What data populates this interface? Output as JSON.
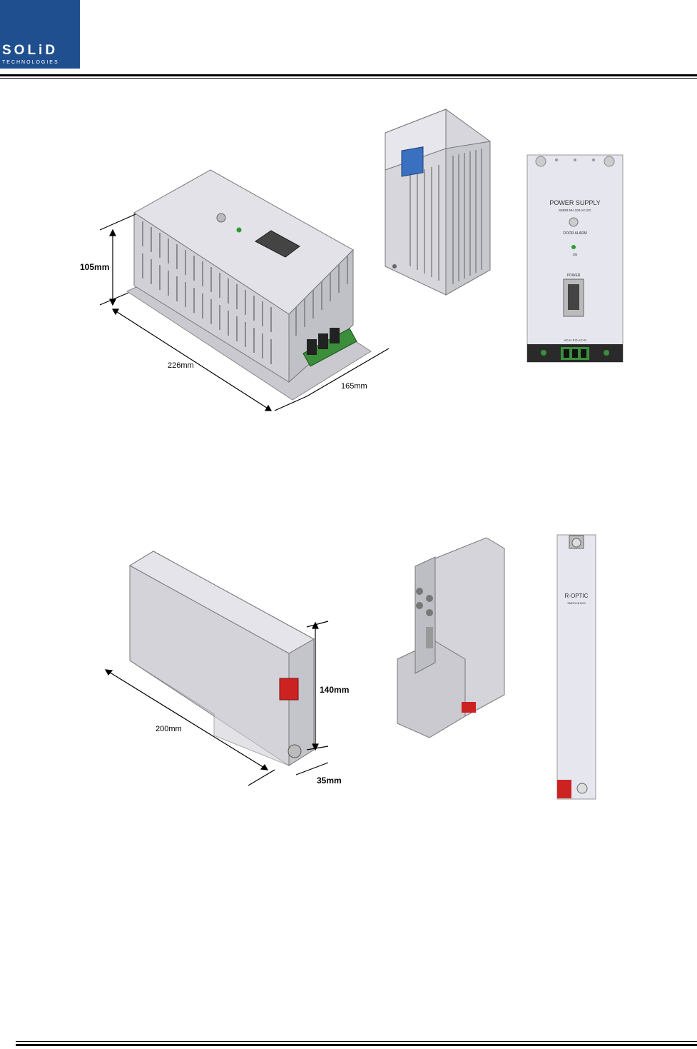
{
  "header": {
    "logo_name": "SOLiD",
    "logo_sub": "TECHNOLOGIES"
  },
  "figure1": {
    "dim_height": "105mm",
    "dim_length": "226mm",
    "dim_depth": "165mm",
    "panel_title": "POWER SUPPLY",
    "panel_model": "SMDR-NH 100-AC-DC",
    "panel_switch_label": "DOOR ALARM",
    "panel_led_label": "ON",
    "panel_power_label": "POWER",
    "panel_terminal_label": "AC-H  F.G  AC-N"
  },
  "figure2": {
    "dim_height": "140mm",
    "dim_length": "200mm",
    "dim_depth": "35mm",
    "panel_title": "R-OPTIC",
    "panel_model": "SMDR-NH100"
  },
  "colors": {
    "logo_bg": "#1f4f8f",
    "device_gray": "#d8d8dd",
    "panel_face": "#e6e6ef",
    "terminal_green": "#3b8f3b",
    "connector_red": "#cc2222",
    "connector_blue": "#3a70c0"
  }
}
